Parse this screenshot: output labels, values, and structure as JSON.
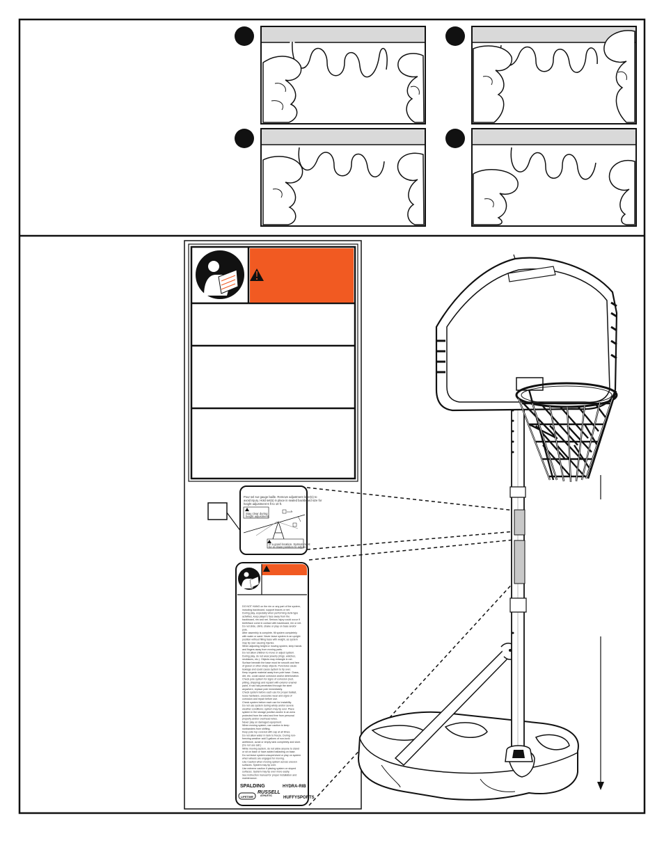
{
  "page": {
    "steps": [
      {
        "marker": ""
      },
      {
        "marker": ""
      },
      {
        "marker": ""
      },
      {
        "marker": ""
      }
    ]
  },
  "small_label": {
    "intro_lines": [
      "Pour sel sur gauge baille. Remove adjustment lever(s) to",
      "avoid injury. Hold set(s) in place in sealed backboard size for",
      "height adjustment 6 ft to 10 ft."
    ],
    "warning_caption": [
      "Stay clear during",
      "height adjustment."
    ],
    "bottom_caption": [
      "of a good location. System must",
      "be in down position to adjust."
    ]
  },
  "large_label": {
    "bullets": [
      "DO NOT HANG on the rim or any part of the system,",
      "including backboard, support braces or net.",
      "During play, especially when performing dunk-type",
      "activities, keep player's face away from the",
      "backboard, rim and net. Serious injury could occur if",
      "teeth/face come in contact with backboard, rim or net.",
      "Do not slide, climb, shake or play on base and/or",
      "pole.",
      "After assembly is complete, fill system completely",
      "with water or sand. Never leave system in an upright",
      "position without filling base with weight, as system",
      "may tip over causing injuries.",
      "When adjusting height or moving system, keep hands",
      "and fingers away from moving parts.",
      "Do not allow children to move or adjust system.",
      "During play, do not wear jewelry (rings, watches,",
      "necklaces, etc.). Objects may entangle in net.",
      "Surface beneath the base must be smooth and free",
      "of gravel or other sharp objects. Punctures cause",
      "leakage and could cause system to tip over.",
      "Keep organic material away from pole base. Grass,",
      "dirt, etc. could cause corrosion and/or deterioration.",
      "Check pole system for signs of corrosion (rust,",
      "pitting, chipping) and repaint with exterior enamel",
      "paint, if rust has penetrated through the steel",
      "anywhere, replace pole immediately.",
      "Check system before each use for proper ballast,",
      "loose hardware, excessive wear and signs of",
      "corrosion and repair before use.",
      "Check system before each use for instability.",
      "Do not use system during windy and/or severe",
      "weather conditions; system may tip over. Place",
      "system in the storage position and/or in an area",
      "protected from the wind and free from personal",
      "property and/or overhead wires.",
      "Never play on damaged equipment.",
      "When moving system, use caution to keep",
      "nonbanders from shifting.",
      "Keep pole top covered with cap at all times.",
      "Do not allow water in tank to freeze. During non-",
      "freezing weather add 3 gallons of non-toxic",
      "antifreeze, avoid or empty tank completely and store.",
      "(Do not use salt.)",
      "While moving system, do not allow anyone to stand",
      "or sit on base or have added ballasting on base.",
      "Do not leave system unsupervised or play on system",
      "when wheels are engaged for moving.",
      "Use Caution when moving system across uneven",
      "surfaces. System may tip over.",
      "Use extreme caution if placing system on sloped",
      "surfaces. System may tip over more easily.",
      "See instruction manual for proper installation and",
      "maintenance."
    ],
    "brands": {
      "spalding": "SPALDING",
      "huffy": "HUFFYSPORTS",
      "lifetime": "LIFETIME",
      "russell": "RUSSELL",
      "russell_sub": "ATHLETIC",
      "hydra": "HYDRA-RIB"
    }
  },
  "colors": {
    "ink": "#111111",
    "warning_orange": "#F15A22",
    "label_gray": "#C8C8C8",
    "panel_gray": "#D9D9D9"
  }
}
